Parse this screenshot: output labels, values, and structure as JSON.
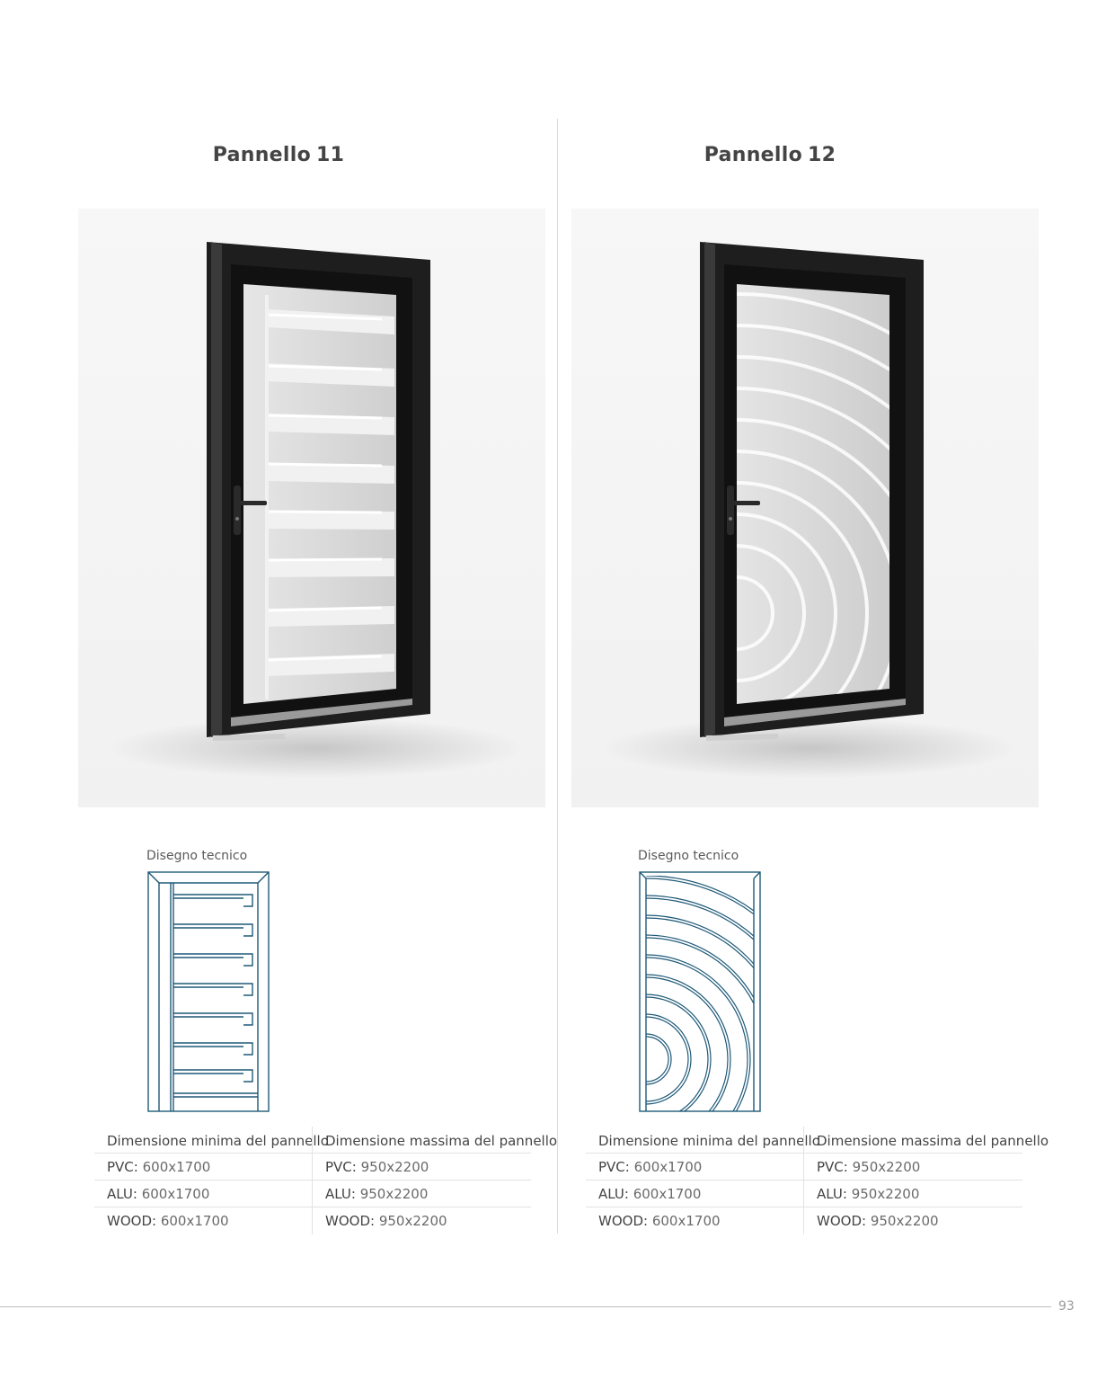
{
  "panels": [
    {
      "title_prefix": "Pannello",
      "title_number": "11",
      "drawing_label": "Disegno tecnico",
      "table": {
        "headers": [
          "Dimensione minima del pannello",
          "Dimensione massima del pannello"
        ],
        "rows": [
          {
            "min_label": "PVC:",
            "min_value": "600x1700",
            "max_label": "PVC:",
            "max_value": "950x2200"
          },
          {
            "min_label": "ALU:",
            "min_value": "600x1700",
            "max_label": "ALU:",
            "max_value": "950x2200"
          },
          {
            "min_label": "WOOD:",
            "min_value": "600x1700",
            "max_label": "WOOD:",
            "max_value": "950x2200"
          }
        ]
      }
    },
    {
      "title_prefix": "Pannello",
      "title_number": "12",
      "drawing_label": "Disegno tecnico",
      "table": {
        "headers": [
          "Dimensione minima del pannello",
          "Dimensione massima del pannello"
        ],
        "rows": [
          {
            "min_label": "PVC:",
            "min_value": "600x1700",
            "max_label": "PVC:",
            "max_value": "950x2200"
          },
          {
            "min_label": "ALU:",
            "min_value": "600x1700",
            "max_label": "ALU:",
            "max_value": "950x2200"
          },
          {
            "min_label": "WOOD:",
            "min_value": "600x1700",
            "max_label": "WOOD:",
            "max_value": "950x2200"
          }
        ]
      }
    }
  ],
  "page_number": "93",
  "colors": {
    "frame": "#1f1f1f",
    "glass": "#d6d6d6",
    "drawing_line": "#1f5a78"
  }
}
